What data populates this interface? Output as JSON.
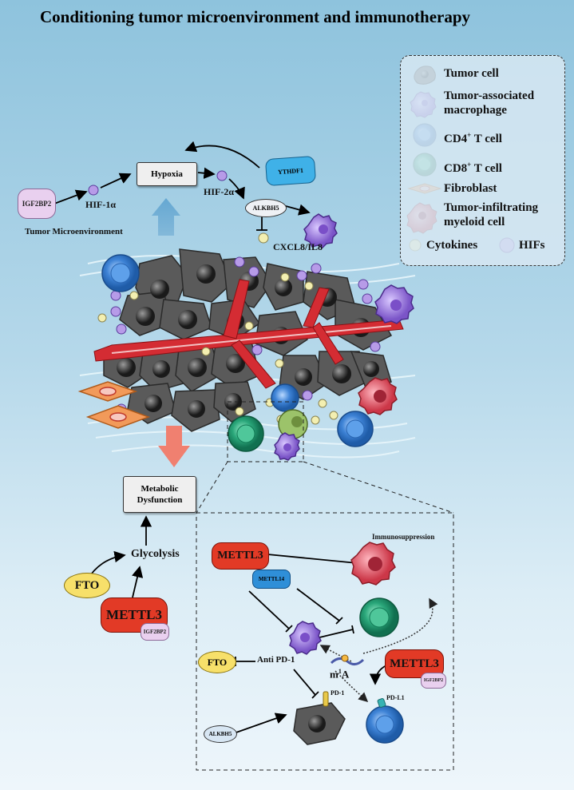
{
  "title": "Conditioning tumor microenvironment and immunotherapy",
  "legend": {
    "tumor_cell": "Tumor cell",
    "tam_line1": "Tumor-associated",
    "tam_line2": "macrophage",
    "cd4": "CD4",
    "cd8": "CD8",
    "t_cell_suffix": " T cell",
    "sup": "+",
    "fibroblast": "Fibroblast",
    "timc_line1": "Tumor-infiltrating",
    "timc_line2": "myeloid cell",
    "cytokines": "Cytokines",
    "hifs": "HIFs"
  },
  "top": {
    "hypoxia": "Hypoxia",
    "hif1a": "HIF-1α",
    "hif2a": "HIF-2α",
    "igf2bp2": "IGF2BP2",
    "ythdf1": "YTHDF1",
    "alkbh5": "ALKBH5",
    "cxcl8": "CXCL8/IL8",
    "tme": "Tumor Microenvironment"
  },
  "left": {
    "metabolic_line1": "Metabolic",
    "metabolic_line2": "Dysfunction",
    "glycolysis": "Glycolysis",
    "fto": "FTO",
    "mettl3": "METTL3",
    "igf2bp2": "IGF2BP2"
  },
  "inset": {
    "immunosuppression": "Immunosuppression",
    "mettl3": "METTL3",
    "mettl14": "METTL14",
    "fto": "FTO",
    "anti_pd1": "Anti PD-1",
    "m1a_base": "m",
    "m1a_sup": "1",
    "m1a_end": "A",
    "pd1": "PD-1",
    "pdl1": "PD-L1",
    "alkbh5": "ALKBH5",
    "mettl3_b": "METTL3",
    "igf2bp2": "IGF2BP2"
  },
  "colors": {
    "tumor": "#5a5a5a",
    "tam": "#a07be0",
    "cd4": "#3e83d6",
    "cd8": "#2aa77a",
    "fibroblast": "#f29a5a",
    "myeloid": "#e55b6a",
    "cytokine": "#f3efb1",
    "hif": "#b79be8",
    "vessel": "#d42c33",
    "mettl3": "#e23a26",
    "fto": "#f7e06a"
  }
}
